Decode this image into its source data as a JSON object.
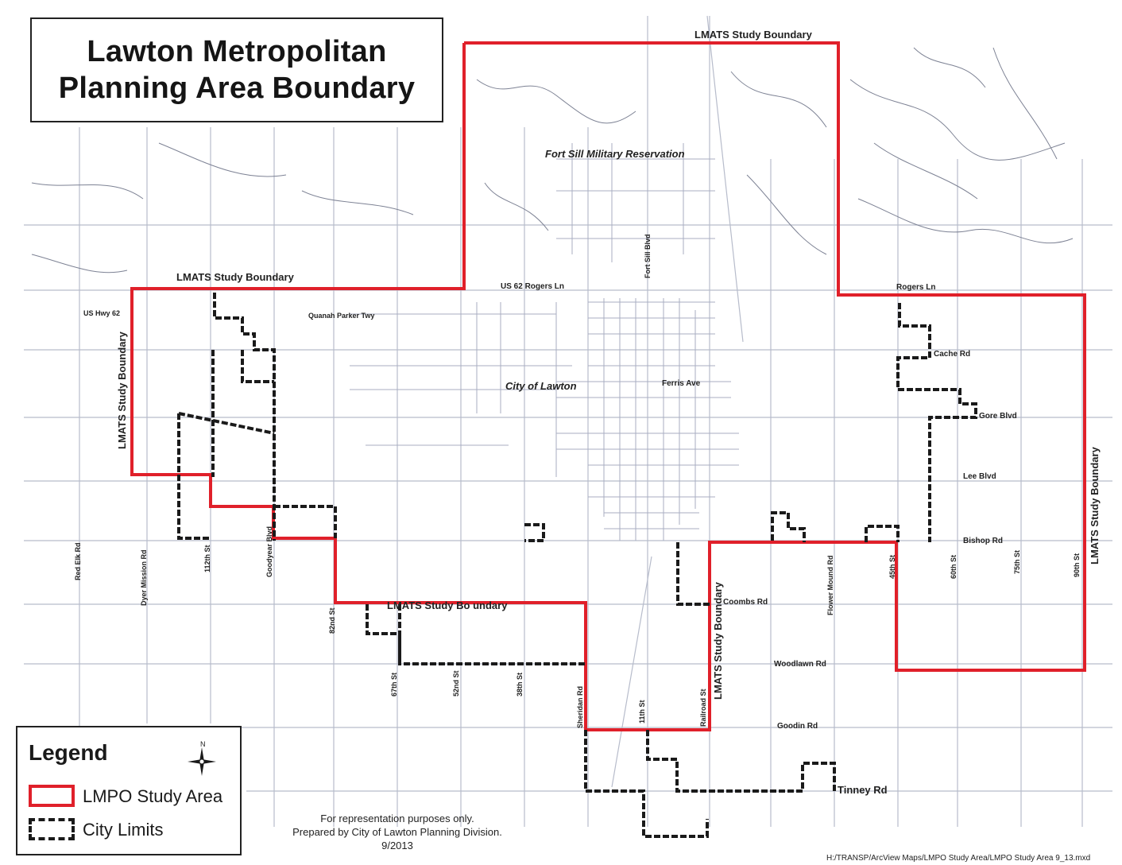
{
  "title": {
    "line1": "Lawton Metropolitan",
    "line2": "Planning Area Boundary"
  },
  "colors": {
    "study_area": "#e0202a",
    "city_limits": "#1a1a1a",
    "roads": "#9aa0b4",
    "background": "#ffffff"
  },
  "map_labels": {
    "boundary_top": "LMATS Study Boundary",
    "boundary_west_top": "LMATS Study Boundary",
    "boundary_west_side": "LMATS Study Boundary",
    "boundary_south": "LMATS Study Bo undary",
    "boundary_south_center": "LMATS Study Boundary",
    "boundary_east": "LMATS Study Boundary",
    "fort_sill": "Fort Sill Military Reservation",
    "city": "City of Lawton",
    "fort_sill_blvd": "Fort Sill Blvd",
    "us62_rogers": "US 62 Rogers Ln",
    "rogers_ln": "Rogers Ln",
    "us_hwy_62": "US Hwy 62",
    "quanah_parker": "Quanah Parker Twy",
    "ferris_ave": "Ferris Ave",
    "cache_rd": "Cache Rd",
    "gore_blvd": "Gore Blvd",
    "lee_blvd": "Lee Blvd",
    "bishop_rd": "Bishop Rd",
    "coombs_rd": "Coombs Rd",
    "woodlawn_rd": "Woodlawn Rd",
    "goodin_rd": "Goodin Rd",
    "tinney_rd": "Tinney Rd",
    "red_elk_rd": "Red Elk Rd",
    "dyer_mission_rd": "Dyer Mission Rd",
    "st_112th": "112th St",
    "goodyear_blvd": "Goodyear Blvd",
    "st_82nd": "82nd St",
    "st_67th": "67th St",
    "st_52nd": "52nd St",
    "st_38th": "38th St",
    "sheridan_rd": "Sheridan Rd",
    "st_11th": "11th St",
    "railroad_st": "Railroad St",
    "flower_mound_rd": "Flower Mound Rd",
    "st_45th": "45th St",
    "st_60th": "60th St",
    "st_75th": "75th St",
    "st_90th": "90th St"
  },
  "legend": {
    "title": "Legend",
    "items": [
      {
        "label": "LMPO Study Area"
      },
      {
        "label": "City Limits"
      }
    ]
  },
  "north_arrow_label": "N",
  "notes": {
    "line1": "For representation purposes only.",
    "line2": "Prepared by City of Lawton Planning Division.",
    "line3": "9/2013"
  },
  "file_path": "H:/TRANSP/ArcView Maps/LMPO Study Area/LMPO Study Area 9_13.mxd"
}
